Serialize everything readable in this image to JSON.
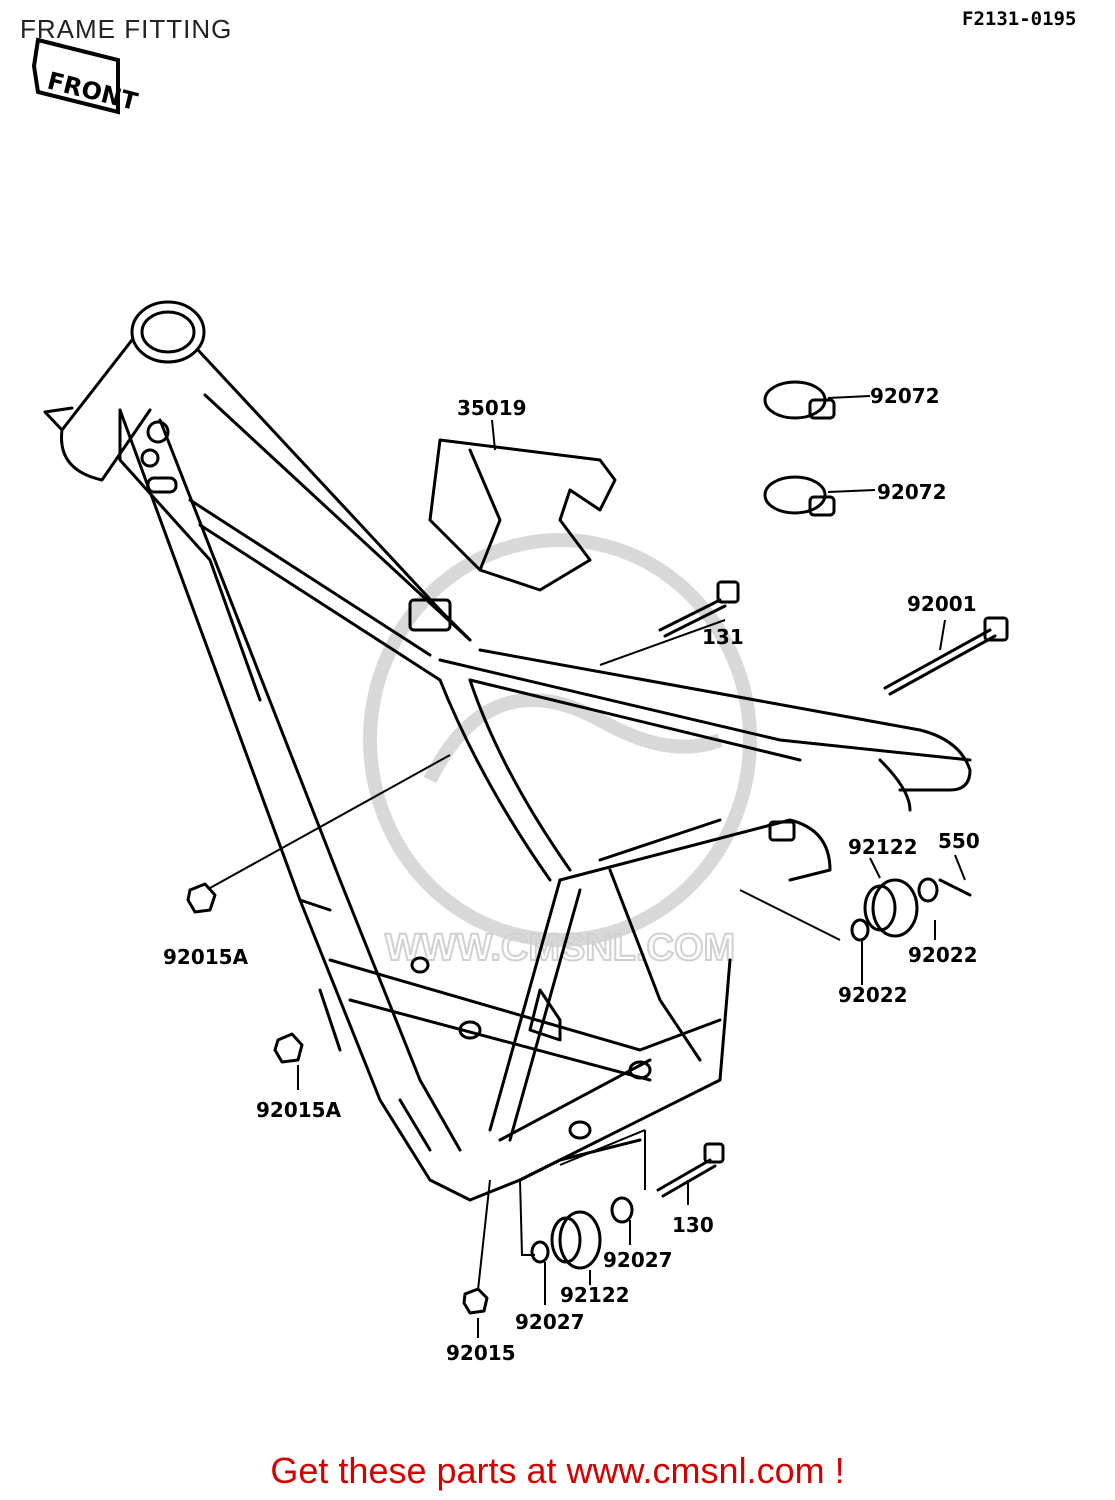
{
  "header": {
    "title": "FRAME FITTING",
    "diagram_code": "F2131-0195"
  },
  "front_marker": {
    "label": "FRONT"
  },
  "watermark": {
    "text": "WWW.CMSNL.COM"
  },
  "parts": [
    {
      "id": "p35019",
      "number": "35019"
    },
    {
      "id": "p92072a",
      "number": "92072"
    },
    {
      "id": "p92072b",
      "number": "92072"
    },
    {
      "id": "p131",
      "number": "131"
    },
    {
      "id": "p92001",
      "number": "92001"
    },
    {
      "id": "p92122a",
      "number": "92122"
    },
    {
      "id": "p550",
      "number": "550"
    },
    {
      "id": "p92022a",
      "number": "92022"
    },
    {
      "id": "p92022b",
      "number": "92022"
    },
    {
      "id": "p92015Aa",
      "number": "92015A"
    },
    {
      "id": "p92015Ab",
      "number": "92015A"
    },
    {
      "id": "p130",
      "number": "130"
    },
    {
      "id": "p92027a",
      "number": "92027"
    },
    {
      "id": "p92122b",
      "number": "92122"
    },
    {
      "id": "p92027b",
      "number": "92027"
    },
    {
      "id": "p92015",
      "number": "92015"
    }
  ],
  "footer": {
    "text": "Get these parts at www.cmsnl.com !"
  }
}
